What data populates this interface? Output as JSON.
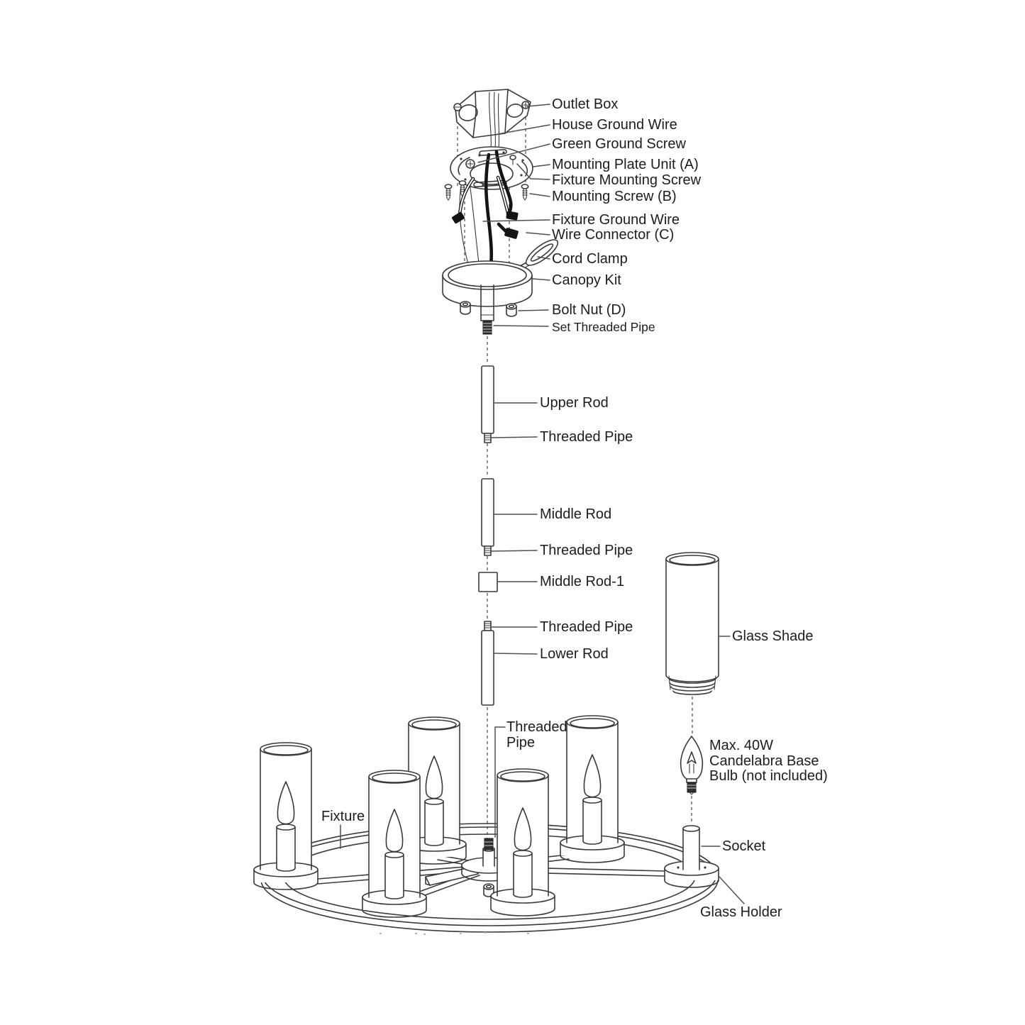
{
  "diagram": {
    "type": "exploded-assembly-diagram",
    "subject": "6-light chandelier installation parts",
    "colors": {
      "background": "#ffffff",
      "line": "#3a3a3a",
      "text": "#1d1d1d",
      "wire": "#141414"
    },
    "labels": {
      "outlet_box": "Outlet Box",
      "house_ground_wire": "House Ground Wire",
      "green_ground_screw": "Green Ground Screw",
      "mounting_plate_unit_a": "Mounting Plate Unit (A)",
      "fixture_mounting_screw": "Fixture Mounting Screw",
      "mounting_screw_b": "Mounting Screw (B)",
      "fixture_ground_wire": "Fixture Ground Wire",
      "wire_connector_c": "Wire Connector (C)",
      "cord_clamp": "Cord Clamp",
      "canopy_kit": "Canopy Kit",
      "bolt_nut_d": "Bolt Nut (D)",
      "set_threaded_pipe": "Set Threaded Pipe",
      "upper_rod": "Upper Rod",
      "threaded_pipe": "Threaded Pipe",
      "middle_rod": "Middle Rod",
      "middle_rod_1": "Middle Rod-1",
      "lower_rod": "Lower Rod",
      "glass_shade": "Glass Shade",
      "max_40w_bulb": "Max. 40W\nCandelabra Base\nBulb (not included)",
      "fixture": "Fixture",
      "socket": "Socket",
      "glass_holder": "Glass Holder"
    }
  }
}
